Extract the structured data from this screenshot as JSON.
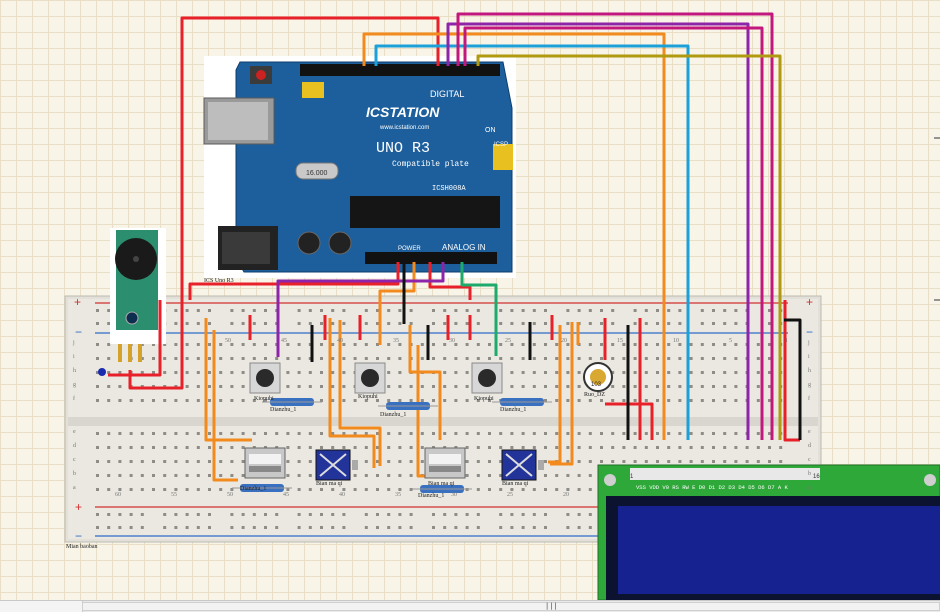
{
  "board": {
    "brand": "ICSTATION",
    "model": "UNO R3",
    "subtitle": "Compatible plate",
    "url": "www.icstation.com",
    "chip": "ICSH008A",
    "digital_label": "DIGITAL",
    "power_label": "POWER",
    "analog_label": "ANALOG IN",
    "on_label": "ON",
    "icsp_label": "ICSP",
    "crystal": "16.000",
    "caption": "ICS Uno R3"
  },
  "breadboard": {
    "caption": "Mian baoban",
    "row_letters": [
      "j",
      "i",
      "h",
      "g",
      "f",
      "e",
      "d",
      "c",
      "b",
      "a"
    ],
    "column_numbers_top": [
      "50",
      "45",
      "40",
      "35",
      "30",
      "25",
      "20",
      "15",
      "10",
      "5",
      "1"
    ],
    "column_numbers_bottom": [
      "60",
      "55",
      "50",
      "45",
      "40",
      "35",
      "30",
      "25",
      "20"
    ]
  },
  "components": {
    "buttons": [
      "Kiopuhi",
      "Kiopuhi",
      "Kiopuhi"
    ],
    "resistors": [
      "Dianzhu_1",
      "Dianzhu_1",
      "Dianzhu_1",
      "Dianzhu_1",
      "Dianzhu_1"
    ],
    "potentiometer": "Ruo_DZ",
    "pot_value": "103",
    "encoders": [
      "Bian ma qi",
      "Bian ma qi",
      "Bian ma qi"
    ]
  },
  "lcd": {
    "pin_labels": "VSS VDD V0  RS  RW  E   D0  D1  D2  D3  D4  D5  D6  D7  A   K",
    "pin_first": "1",
    "pin_last": "16"
  },
  "colors": {
    "red_wire": "#e8202a",
    "orange_wire": "#f28a1e",
    "magenta_wire": "#c2187d",
    "purple_wire": "#8e24aa",
    "cyan_wire": "#1ca0d8",
    "olive_wire": "#b09a10",
    "green_wire": "#1eaa6a",
    "black_wire": "#111111",
    "board_blue": "#1d5f9c",
    "lcd_green": "#2fa83a",
    "lcd_screen": "#16228f"
  }
}
